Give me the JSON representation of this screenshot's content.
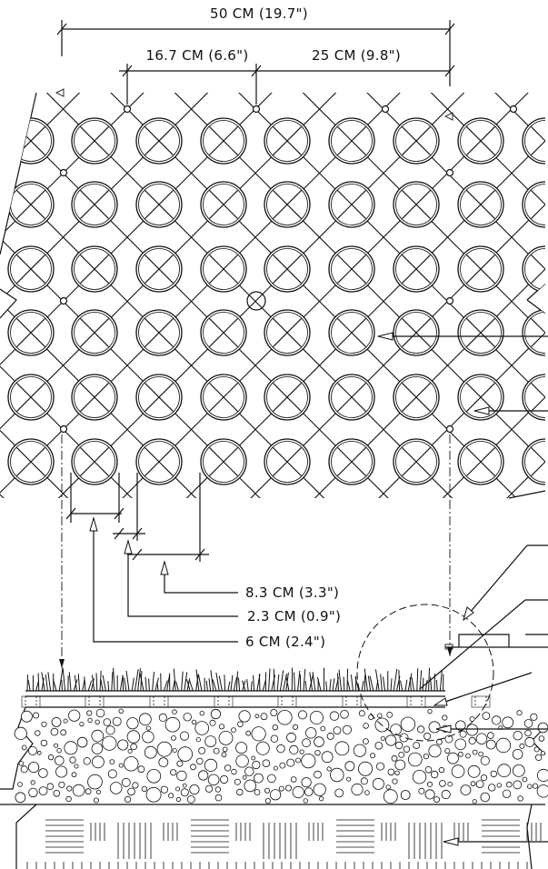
{
  "dimensions": {
    "overall_width": "50 CM (19.7\")",
    "left_spacing": "16.7 CM (6.6\")",
    "right_spacing": "25 CM (9.8\")",
    "cell_spacing": "8.3 CM (3.3\")",
    "wall_thickness": "2.3 CM (0.9\")",
    "cell_diameter": "6 CM (2.4\")"
  },
  "grid": {
    "rows": 6,
    "columns": 8
  }
}
